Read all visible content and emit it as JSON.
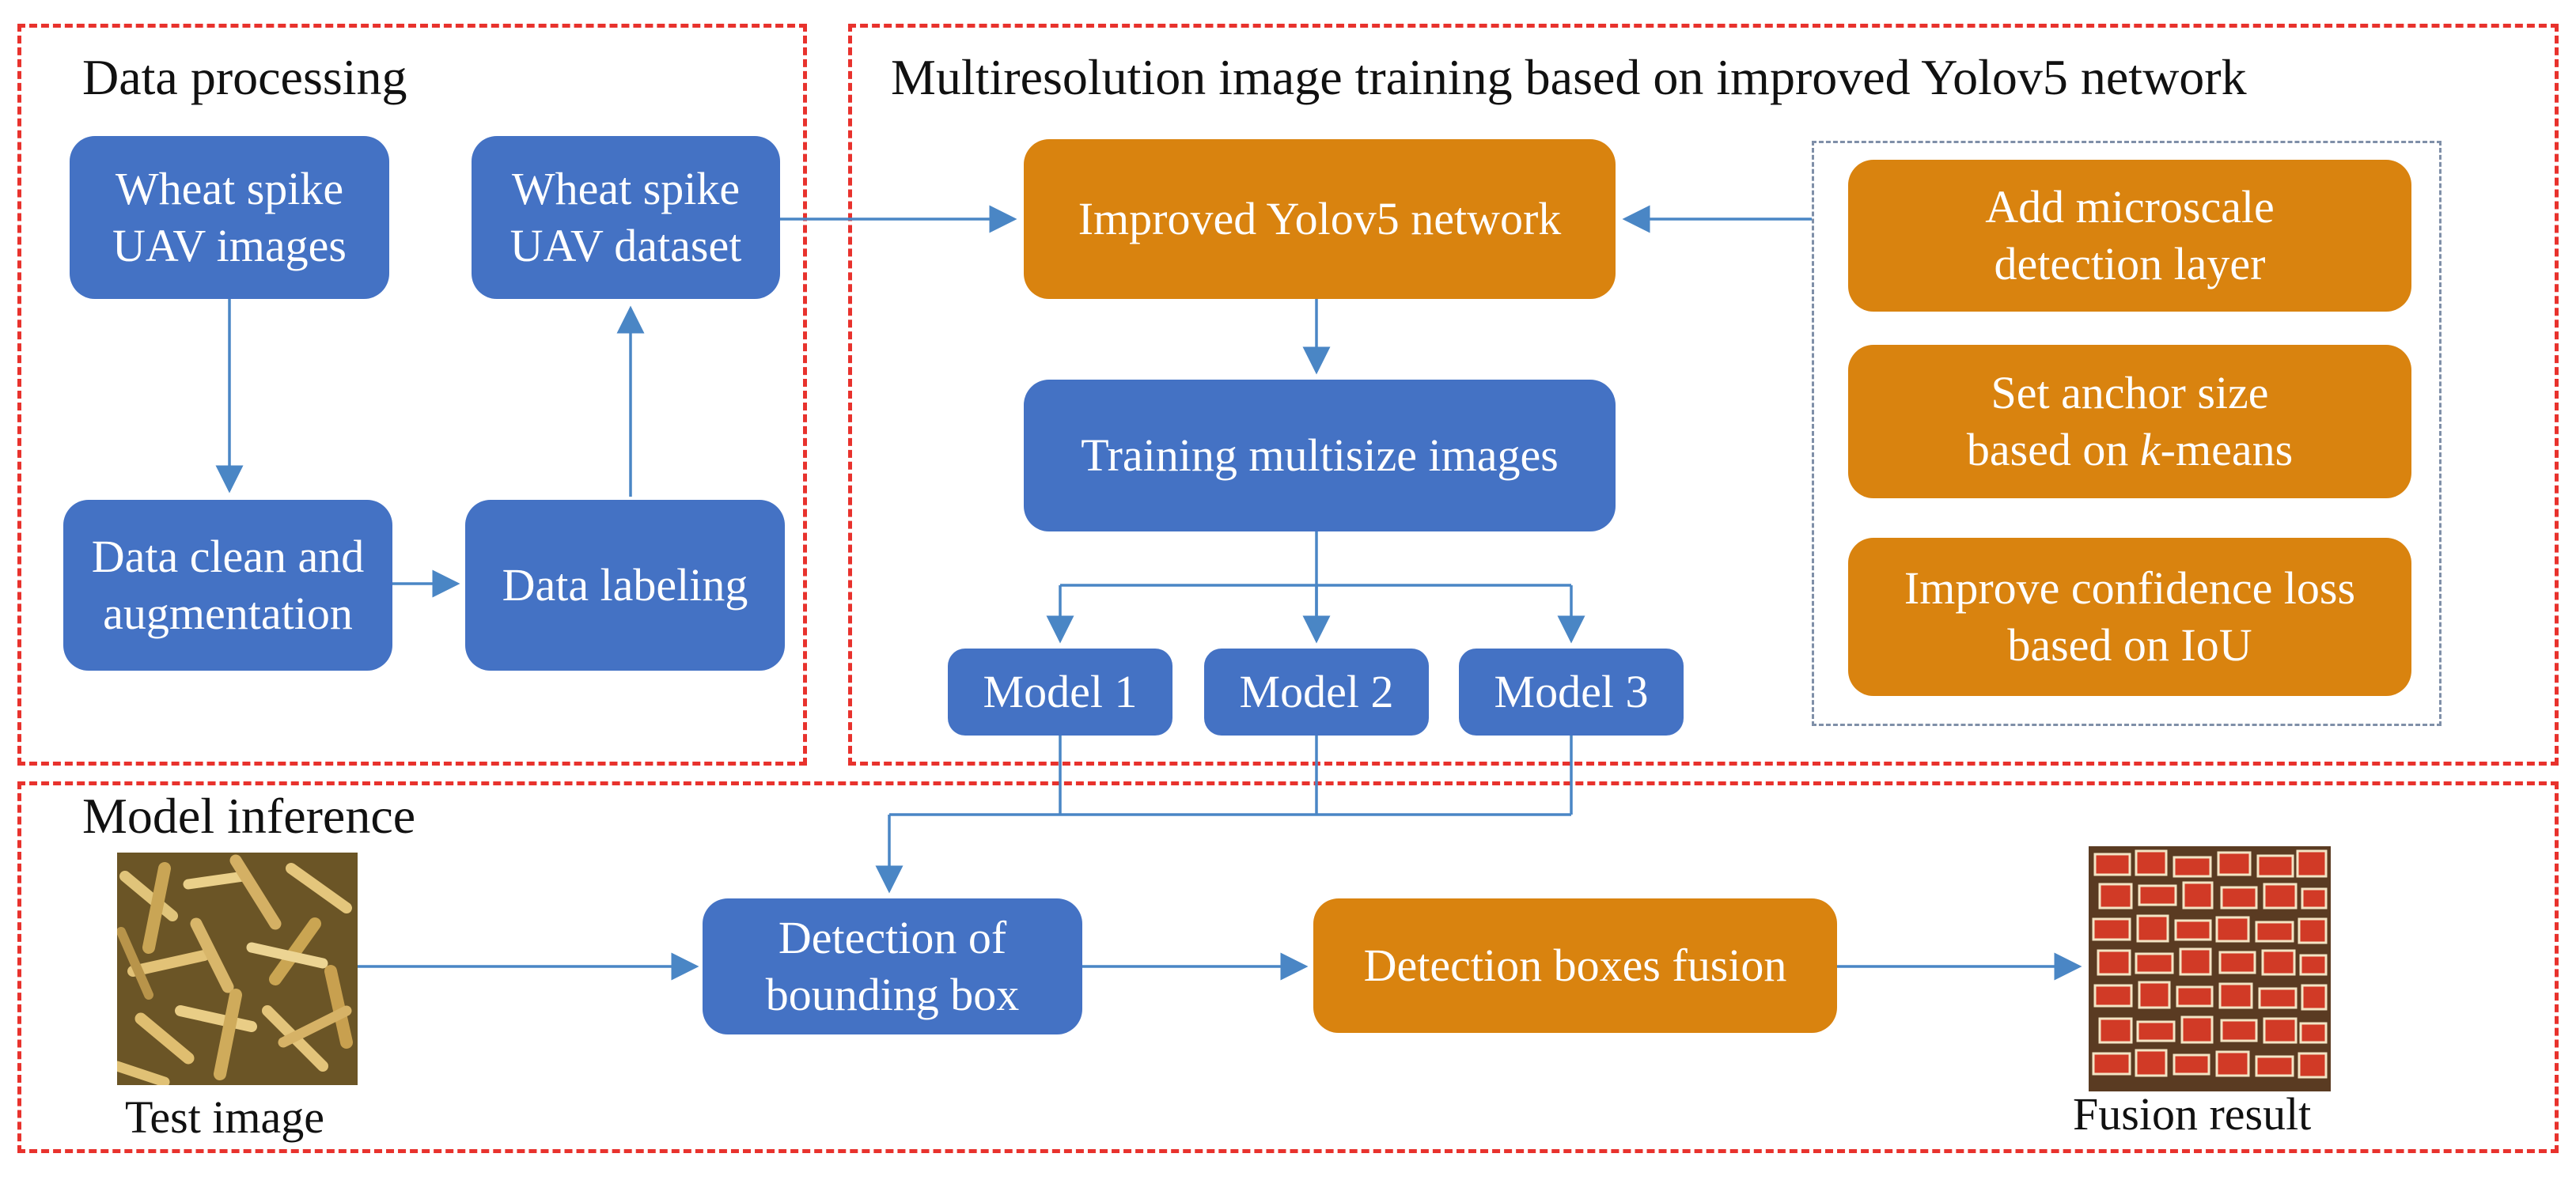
{
  "sections": {
    "data_processing": "Data processing",
    "training": "Multiresolution image training based on improved Yolov5 network",
    "inference": "Model inference"
  },
  "nodes": {
    "wheat_images": [
      "Wheat spike",
      "UAV images"
    ],
    "wheat_dataset": [
      "Wheat spike",
      "UAV dataset"
    ],
    "data_clean": [
      "Data clean and",
      "augmentation"
    ],
    "data_labeling": "Data labeling",
    "improved_yolov5": "Improved Yolov5 network",
    "training_multisize": "Training multisize images",
    "model1": "Model 1",
    "model2": "Model 2",
    "model3": "Model 3",
    "add_microscale": [
      "Add microscale",
      "detection layer"
    ],
    "anchor_size": {
      "line1": "Set anchor size",
      "prefix": "based on ",
      "italic": "k",
      "suffix": "-means"
    },
    "confidence_loss": [
      "Improve confidence loss",
      "based on IoU"
    ],
    "detection_bbox": [
      "Detection of",
      "bounding box"
    ],
    "boxes_fusion": "Detection boxes fusion"
  },
  "images": {
    "test_caption": "Test image",
    "fusion_caption": "Fusion result"
  },
  "colors": {
    "blue_box": "#4472c4",
    "orange_box": "#d9830f",
    "section_border": "#e8322d",
    "arrow": "#4a86c5"
  }
}
